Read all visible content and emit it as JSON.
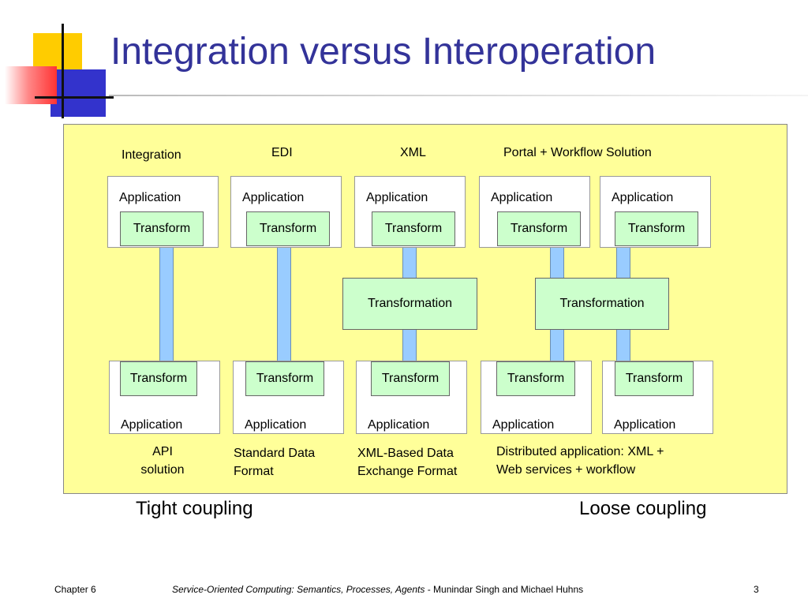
{
  "slide": {
    "title": "Integration versus Interoperation",
    "number": "3"
  },
  "columns": {
    "integration": "Integration",
    "edi": "EDI",
    "xml": "XML",
    "portal": "Portal + Workflow Solution"
  },
  "labels": {
    "application": "Application",
    "transform": "Transform",
    "transformation": "Transformation"
  },
  "descriptions": {
    "api_line1": "API",
    "api_line2": "solution",
    "edi_line1": "Standard Data",
    "edi_line2": "Format",
    "xml_line1": "XML-Based Data",
    "xml_line2": "Exchange Format",
    "portal_line1": "Distributed application: XML +",
    "portal_line2": "Web services + workflow"
  },
  "coupling": {
    "tight": "Tight coupling",
    "loose": "Loose coupling"
  },
  "footer": {
    "chapter": "Chapter 6",
    "book": "Service-Oriented Computing: Semantics, Processes, Agents",
    "authors": " - Munindar Singh and Michael Huhns"
  }
}
